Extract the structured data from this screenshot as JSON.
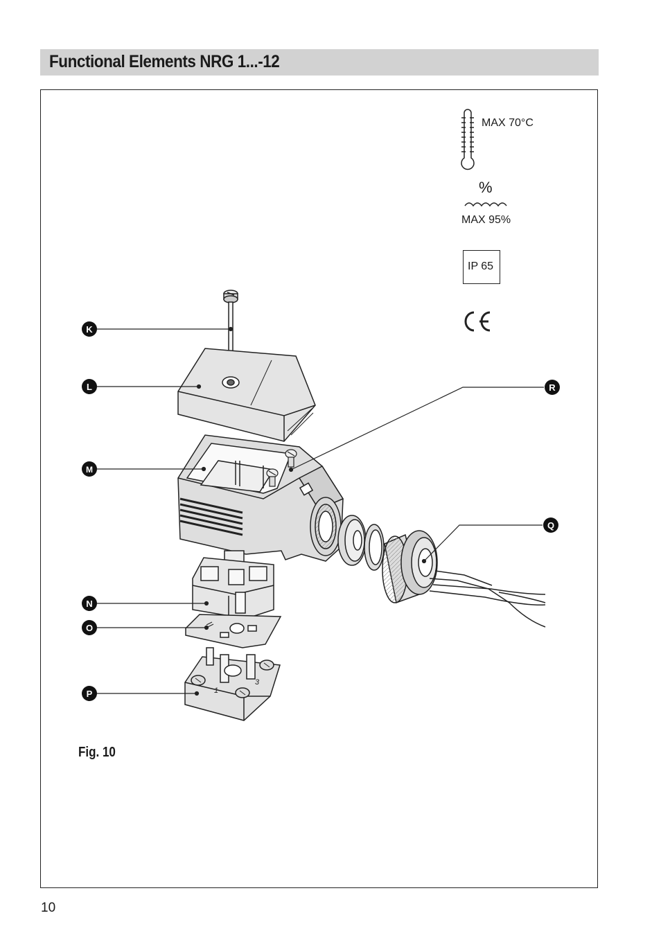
{
  "header": {
    "title": "Functional Elements NRG 1...-12"
  },
  "specs": {
    "temperature": "MAX 70°C",
    "humidity_symbol": "%",
    "humidity": "MAX 95%",
    "protection": "IP 65",
    "ce_mark": "CE"
  },
  "callouts": {
    "k": "K",
    "l": "L",
    "m": "M",
    "n": "N",
    "o": "O",
    "p": "P",
    "q": "Q",
    "r": "R"
  },
  "terminal_numbers": {
    "one": "1",
    "three": "3"
  },
  "figure": {
    "caption": "Fig. 10"
  },
  "footer": {
    "page_number": "10"
  }
}
